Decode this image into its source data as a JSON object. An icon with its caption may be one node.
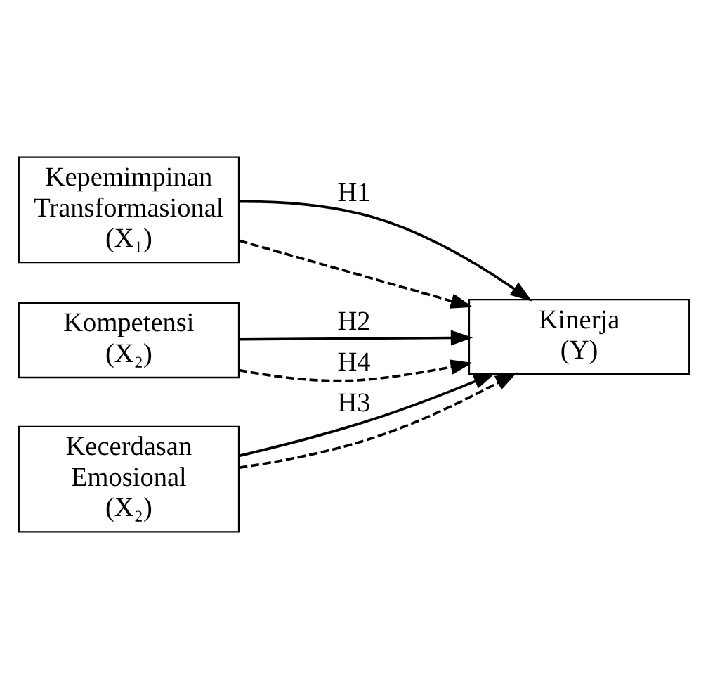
{
  "diagram": {
    "nodes": [
      {
        "text": [
          "Kepemimpinan Transformasional (X₁)"
        ]
      },
      {
        "text": [
          "Kompetensi (X₂)"
        ]
      },
      {
        "text": [
          "Kecerdasan Emosional (X₂)"
        ]
      },
      {
        "text": [
          "Kinerja (Y)"
        ]
      }
    ],
    "edges": [
      {
        "from": 0,
        "to": 3,
        "arrow": "to",
        "label": "H1"
      },
      {
        "from": 1,
        "to": 3,
        "arrow": "to",
        "label": "H2"
      },
      {
        "from": 2,
        "to": 3,
        "arrow": "to",
        "label": "H3"
      },
      {
        "from": 0,
        "to": 3,
        "arrow": "to",
        "style": "dashed"
      },
      {
        "from": 1,
        "to": 3,
        "arrow": "to",
        "style": "dashed",
        "label": "H4"
      },
      {
        "from": 2,
        "to": 3,
        "arrow": "to",
        "style": "dashed"
      }
    ]
  }
}
